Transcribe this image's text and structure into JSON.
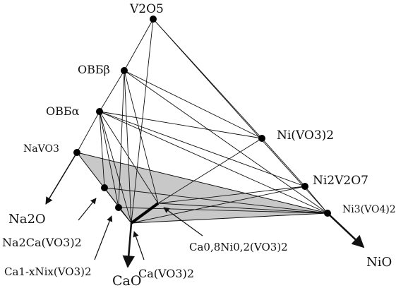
{
  "labels": {
    "v2o5": "V2O5",
    "obb_beta": "ОВБβ",
    "obb_alpha": "ОВБα",
    "navo3": "NaVO3",
    "ni_vo3_2": "Ni(VO3)2",
    "ni2v2o7": "Ni2V2O7",
    "ni3_vo4_2": "Ni3(VO4)2",
    "na2o": "Na2O",
    "na2ca_vo3_2": "Na2Ca(VO3)2",
    "ca1x_nix_vo3_2": "Ca1-xNix(VO3)2",
    "cao": "CaO",
    "ca_vo3_2": "Ca(VO3)2",
    "ca08ni02_vo3_2": "Ca0,8Ni0,2(VO3)2",
    "nio": "NiO"
  },
  "colors": {
    "line": "#111111",
    "shaded_plane": "#c8c8c8",
    "point": "#000000"
  }
}
